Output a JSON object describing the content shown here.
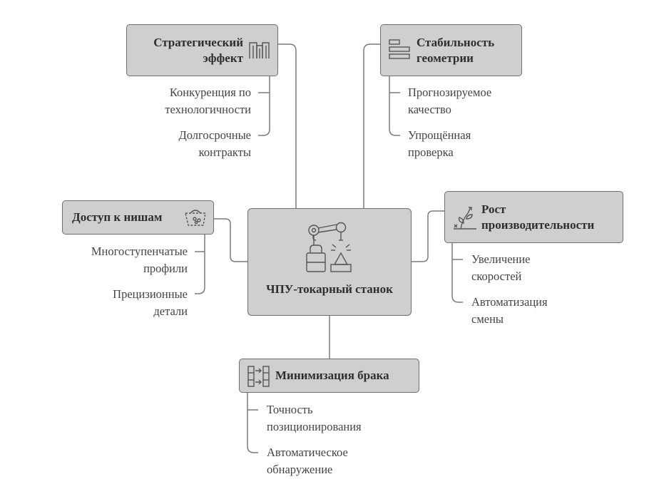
{
  "center": {
    "title": "ЧПУ-токарный станок",
    "icon": "robot-arm-icon"
  },
  "branches": {
    "strategic": {
      "title_line1": "Стратегический",
      "title_line2": "эффект",
      "icon": "columns-chart-icon",
      "items": [
        {
          "line1": "Конкуренция по",
          "line2": "технологичности"
        },
        {
          "line1": "Долгосрочные",
          "line2": "контракты"
        }
      ]
    },
    "geometry": {
      "title_line1": "Стабильность",
      "title_line2": "геометрии",
      "icon": "stacked-bars-icon",
      "items": [
        {
          "line1": "Прогнозируемое",
          "line2": "качество"
        },
        {
          "line1": "Упрощённая",
          "line2": "проверка"
        }
      ]
    },
    "niche": {
      "title": "Доступ к нишам",
      "icon": "basket-icon",
      "items": [
        {
          "line1": "Многоступенчатые",
          "line2": "профили"
        },
        {
          "line1": "Прецизионные",
          "line2": "детали"
        }
      ]
    },
    "productivity": {
      "title_line1": "Рост",
      "title_line2": "производительности",
      "icon": "growing-plant-icon",
      "items": [
        {
          "line1": "Увеличение",
          "line2": "скоростей"
        },
        {
          "line1": "Автоматизация",
          "line2": "смены"
        }
      ]
    },
    "defects": {
      "title": "Минимизация брака",
      "icon": "flow-blocks-icon",
      "items": [
        {
          "line1": "Точность",
          "line2": "позиционирования"
        },
        {
          "line1": "Автоматическое",
          "line2": "обнаружение"
        }
      ]
    }
  },
  "colors": {
    "node_fill": "#cfcfcf",
    "node_border": "#6f6f6f",
    "line": "#777777",
    "text": "#333333"
  }
}
